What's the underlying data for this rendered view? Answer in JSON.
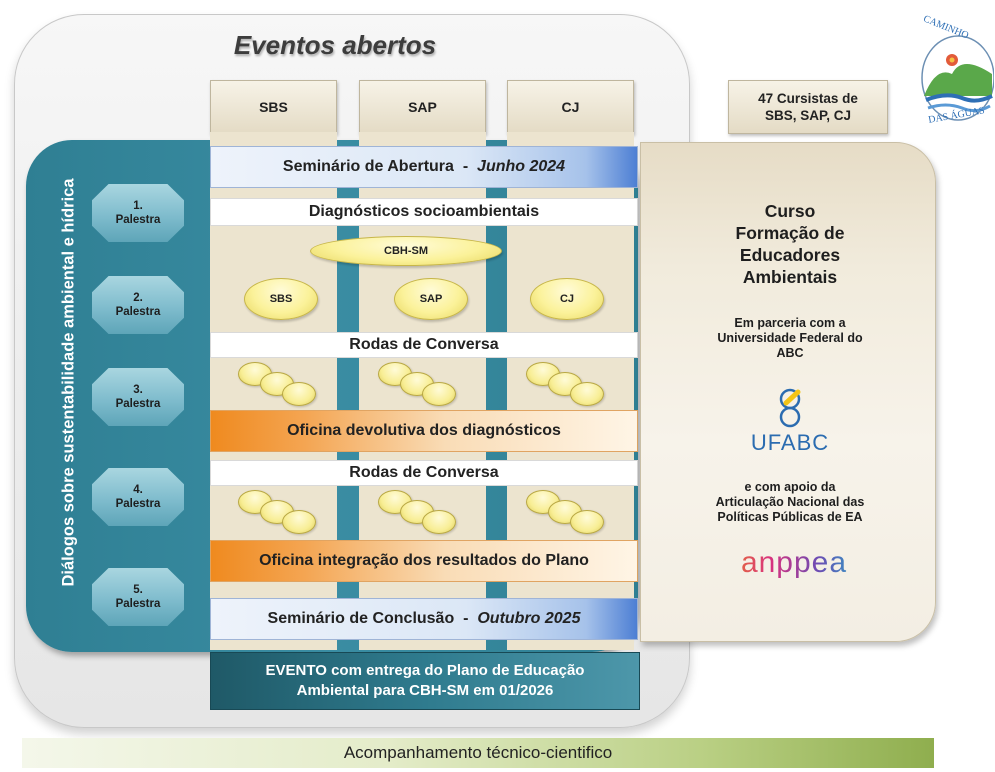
{
  "title": "Eventos abertos",
  "columns": [
    "SBS",
    "SAP",
    "CJ"
  ],
  "side_label": "Diálogos sobre sustentabilidade ambiental e hídrica",
  "palestras": [
    {
      "n": "1.",
      "label": "Palestra"
    },
    {
      "n": "2.",
      "label": "Palestra"
    },
    {
      "n": "3.",
      "label": "Palestra"
    },
    {
      "n": "4.",
      "label": "Palestra"
    },
    {
      "n": "5.",
      "label": "Palestra"
    }
  ],
  "seminario_abertura": {
    "text": "Seminário de Abertura  -  ",
    "date": "Junho 2024"
  },
  "diagnosticos": "Diagnósticos socioambientais",
  "cbh_label": "CBH-SM",
  "ovals": [
    "SBS",
    "SAP",
    "CJ"
  ],
  "rodas_1": "Rodas de Conversa",
  "oficina_devolutiva": "Oficina devolutiva dos diagnósticos",
  "rodas_2": "Rodas de Conversa",
  "oficina_integracao": "Oficina integração dos resultados do Plano",
  "seminario_conclusao": {
    "text": "Seminário de Conclusão  -  ",
    "date": "Outubro 2025"
  },
  "evento": {
    "line1": "EVENTO com entrega do Plano de Educação",
    "line2": "Ambiental para CBH-SM em 01/2026"
  },
  "cursistas": {
    "line1": "47 Cursistas de",
    "line2": "SBS, SAP, CJ"
  },
  "curso": {
    "line1": "Curso",
    "line2": "Formação de",
    "line3": "Educadores",
    "line4": "Ambientais"
  },
  "parceria": {
    "line1": "Em parceria com a",
    "line2": "Universidade Federal do",
    "line3": "ABC"
  },
  "ufabc_logo": "UFABC",
  "apoio": {
    "line1": "e com apoio da",
    "line2": "Articulação Nacional das",
    "line3": "Políticas Públicas de EA"
  },
  "anppea_logo": "anppea",
  "logo_text": {
    "top": "CAMINHO",
    "bottom": "DAS ÁGUAS"
  },
  "footer": "Acompanhamento técnico-cientifico",
  "colors": {
    "teal": "#3a8da3",
    "orange": "#ef8a1f",
    "blue": "#4d7fd4",
    "tan": "#ece4cf",
    "green": "#8fae4e"
  }
}
